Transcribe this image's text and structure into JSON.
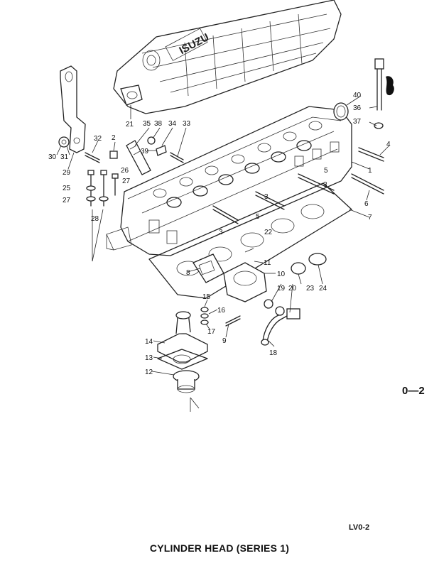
{
  "title": "CYLINDER HEAD (SERIES 1)",
  "page_ref": "0—2",
  "plate_id": "LV0-2",
  "rocker_cover_text": "ISUZU",
  "callouts": [
    "1",
    "2",
    "3",
    "3",
    "3",
    "4",
    "5",
    "5",
    "6",
    "7",
    "8",
    "9",
    "10",
    "11",
    "12",
    "13",
    "14",
    "15",
    "16",
    "17",
    "18",
    "19",
    "20",
    "21",
    "22",
    "23",
    "24",
    "25",
    "26",
    "27",
    "27",
    "28",
    "29",
    "30",
    "31",
    "32",
    "33",
    "34",
    "35",
    "36",
    "37",
    "38",
    "39",
    "40"
  ]
}
